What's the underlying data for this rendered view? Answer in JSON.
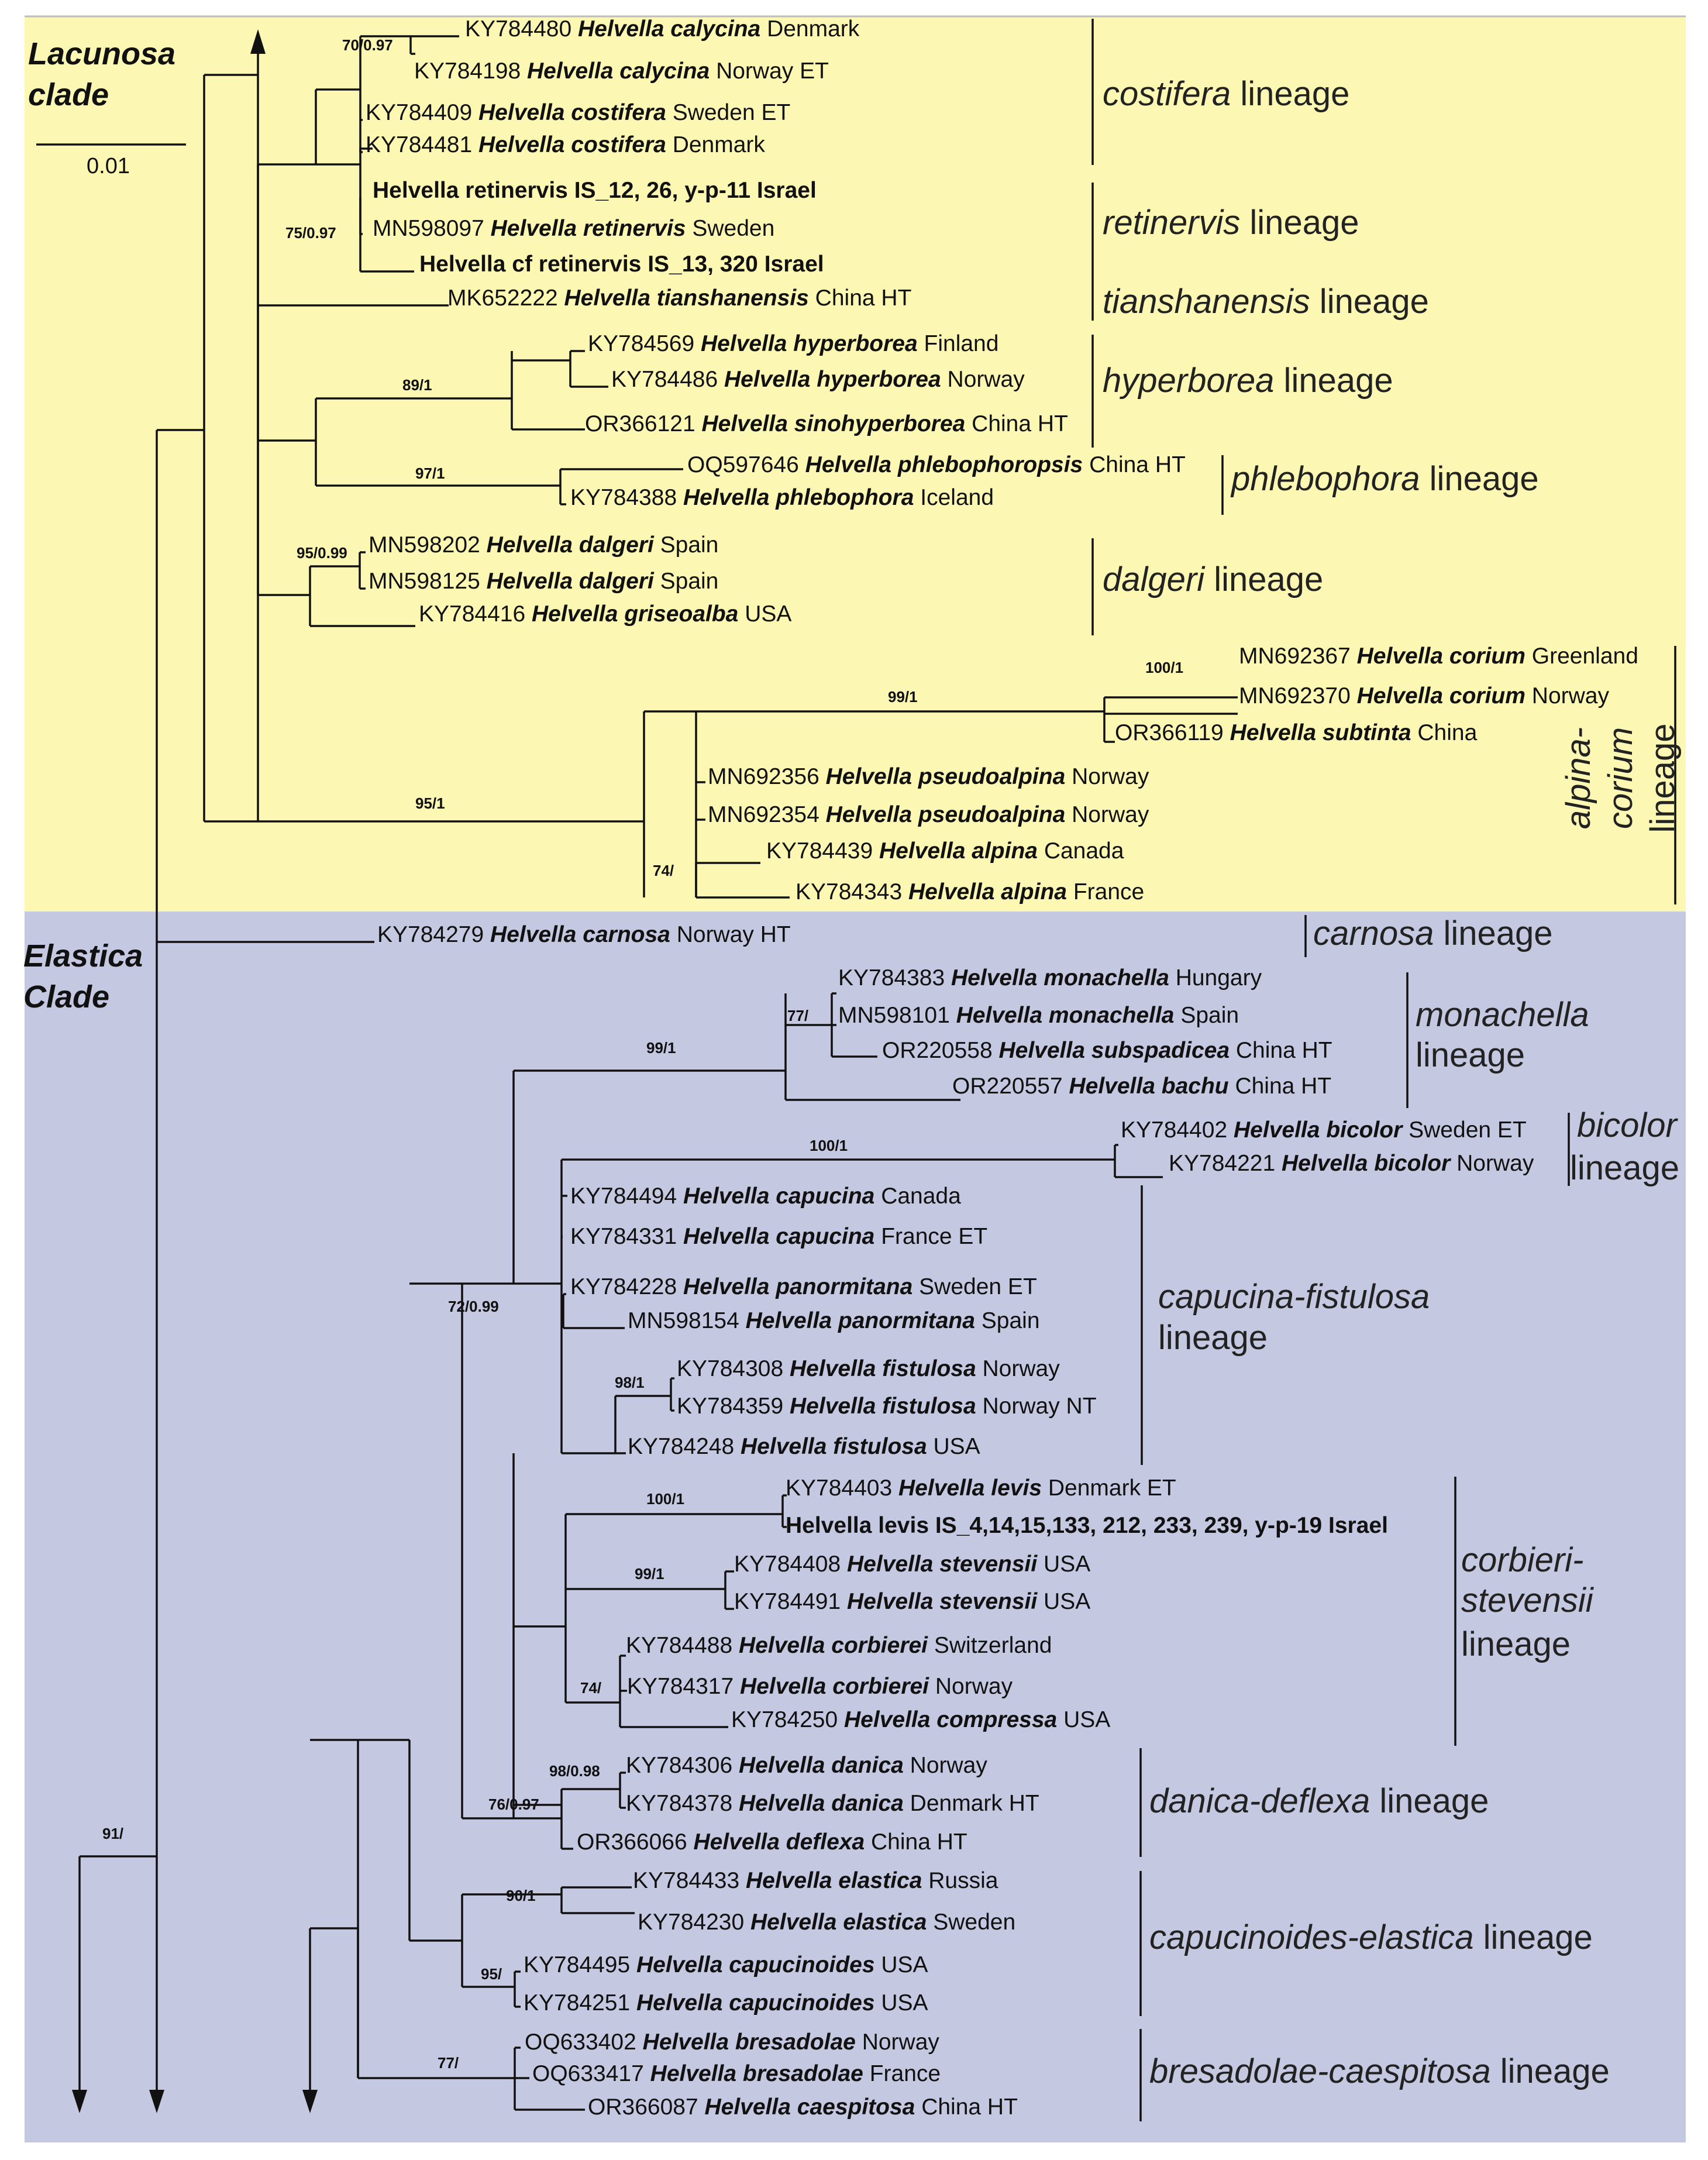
{
  "colors": {
    "lacunosa_bg": "#fdf7b4",
    "elastica_bg": "#c4c8e0",
    "line": "#111111"
  },
  "clades": {
    "lacunosa_line1": "Lacunosa",
    "lacunosa_line2": "clade",
    "elastica_line1": "Elastica",
    "elastica_line2": "Clade"
  },
  "scale_bar": {
    "label": "0.01"
  },
  "tips": [
    {
      "acc": "KY784480",
      "species": "Helvella calycina",
      "extra": "Denmark"
    },
    {
      "acc": "KY784198",
      "species": "Helvella calycina",
      "extra": "Norway ET"
    },
    {
      "acc": "KY784409",
      "species": "Helvella costifera",
      "extra": "Sweden ET"
    },
    {
      "acc": "KY784481",
      "species": "Helvella costifera",
      "extra": "Denmark"
    },
    {
      "acc": "",
      "species": "Helvella retinervis IS_12, 26, y-p-11 Israel",
      "extra": "",
      "bold": true
    },
    {
      "acc": "MN598097",
      "species": "Helvella retinervis",
      "extra": "Sweden"
    },
    {
      "acc": "",
      "species": "Helvella cf retinervis IS_13, 320 Israel",
      "extra": "",
      "bold": true
    },
    {
      "acc": "MK652222",
      "species": "Helvella tianshanensis",
      "extra": "China HT"
    },
    {
      "acc": "KY784569",
      "species": "Helvella hyperborea",
      "extra": "Finland"
    },
    {
      "acc": "KY784486",
      "species": "Helvella hyperborea",
      "extra": "Norway"
    },
    {
      "acc": "OR366121",
      "species": "Helvella sinohyperborea",
      "extra": "China HT"
    },
    {
      "acc": "OQ597646",
      "species": "Helvella phlebophoropsis",
      "extra": "China HT"
    },
    {
      "acc": "KY784388",
      "species": "Helvella phlebophora",
      "extra": "Iceland"
    },
    {
      "acc": "MN598202",
      "species": "Helvella dalgeri",
      "extra": "Spain"
    },
    {
      "acc": "MN598125",
      "species": "Helvella dalgeri",
      "extra": "Spain"
    },
    {
      "acc": "KY784416",
      "species": "Helvella griseoalba",
      "extra": "USA"
    },
    {
      "acc": "MN692367",
      "species": "Helvella corium",
      "extra": "Greenland"
    },
    {
      "acc": "MN692370",
      "species": "Helvella corium",
      "extra": "Norway"
    },
    {
      "acc": "OR366119",
      "species": "Helvella subtinta",
      "extra": "China"
    },
    {
      "acc": "MN692356",
      "species": "Helvella pseudoalpina",
      "extra": "Norway"
    },
    {
      "acc": "MN692354",
      "species": "Helvella pseudoalpina",
      "extra": "Norway"
    },
    {
      "acc": "KY784439",
      "species": "Helvella alpina",
      "extra": "Canada"
    },
    {
      "acc": "KY784343",
      "species": "Helvella alpina",
      "extra": "France"
    },
    {
      "acc": "KY784279",
      "species": "Helvella carnosa",
      "extra": "Norway HT"
    },
    {
      "acc": "KY784383",
      "species": "Helvella monachella",
      "extra": "Hungary"
    },
    {
      "acc": "MN598101",
      "species": "Helvella monachella",
      "extra": "Spain"
    },
    {
      "acc": "OR220558",
      "species": "Helvella subspadicea",
      "extra": "China HT"
    },
    {
      "acc": "OR220557",
      "species": "Helvella bachu",
      "extra": "China HT"
    },
    {
      "acc": "KY784402",
      "species": "Helvella bicolor",
      "extra": "Sweden ET"
    },
    {
      "acc": "KY784221",
      "species": "Helvella bicolor",
      "extra": "Norway"
    },
    {
      "acc": "KY784494",
      "species": "Helvella capucina",
      "extra": "Canada"
    },
    {
      "acc": "KY784331",
      "species": "Helvella capucina",
      "extra": "France ET"
    },
    {
      "acc": "KY784228",
      "species": "Helvella panormitana",
      "extra": "Sweden ET"
    },
    {
      "acc": "MN598154",
      "species": "Helvella panormitana",
      "extra": "Spain"
    },
    {
      "acc": "KY784308",
      "species": "Helvella fistulosa",
      "extra": "Norway"
    },
    {
      "acc": "KY784359",
      "species": "Helvella fistulosa",
      "extra": "Norway NT"
    },
    {
      "acc": "KY784248",
      "species": "Helvella fistulosa",
      "extra": "USA"
    },
    {
      "acc": "KY784403",
      "species": "Helvella levis",
      "extra": "Denmark ET"
    },
    {
      "acc": "",
      "species": "Helvella levis IS_4,14,15,133, 212, 233, 239, y-p-19 Israel",
      "extra": "",
      "bold": true
    },
    {
      "acc": "KY784408",
      "species": "Helvella stevensii",
      "extra": "USA"
    },
    {
      "acc": "KY784491",
      "species": "Helvella stevensii",
      "extra": "USA"
    },
    {
      "acc": "KY784488",
      "species": "Helvella corbierei",
      "extra": "Switzerland"
    },
    {
      "acc": "KY784317",
      "species": "Helvella corbierei",
      "extra": "Norway"
    },
    {
      "acc": "KY784250",
      "species": "Helvella compressa",
      "extra": "USA"
    },
    {
      "acc": "KY784306",
      "species": "Helvella danica",
      "extra": "Norway"
    },
    {
      "acc": "KY784378",
      "species": "Helvella danica",
      "extra": "Denmark HT"
    },
    {
      "acc": "OR366066",
      "species": "Helvella deflexa",
      "extra": "China HT"
    },
    {
      "acc": "KY784433",
      "species": "Helvella elastica",
      "extra": "Russia"
    },
    {
      "acc": "KY784230",
      "species": "Helvella elastica",
      "extra": "Sweden"
    },
    {
      "acc": "KY784495",
      "species": "Helvella capucinoides",
      "extra": "USA"
    },
    {
      "acc": "KY784251",
      "species": "Helvella capucinoides",
      "extra": "USA"
    },
    {
      "acc": "OQ633402",
      "species": "Helvella bresadolae",
      "extra": "Norway"
    },
    {
      "acc": "OQ633417",
      "species": "Helvella bresadolae",
      "extra": "France"
    },
    {
      "acc": "OR366087",
      "species": "Helvella caespitosa",
      "extra": "China HT"
    }
  ],
  "supports": [
    "70/0.97",
    "75/0.97",
    "89/1",
    "97/1",
    "95/0.99",
    "99/1",
    "100/1",
    "95/1",
    "74/",
    "77/",
    "99/1",
    "100/1",
    "72/0.99",
    "98/1",
    "100/1",
    "99/1",
    "74/",
    "98/0.98",
    "76/0.97",
    "90/1",
    "95/",
    "91/",
    "77/"
  ],
  "lineages": [
    {
      "it": "costifera",
      "rest": " lineage"
    },
    {
      "it": "retinervis",
      "rest": " lineage"
    },
    {
      "it": "tianshanensis",
      "rest": " lineage"
    },
    {
      "it": "hyperborea",
      "rest": " lineage"
    },
    {
      "it": "phlebophora",
      "rest": " lineage"
    },
    {
      "it": "dalgeri",
      "rest": " lineage"
    },
    {
      "it": "alpina-",
      "rest": ""
    },
    {
      "it": "corium",
      "rest": ""
    },
    {
      "it": "",
      "rest": "lineage"
    },
    {
      "it": "carnosa",
      "rest": " lineage"
    },
    {
      "it": "monachella",
      "rest": ""
    },
    {
      "it": "",
      "rest": "lineage"
    },
    {
      "it": "bicolor",
      "rest": ""
    },
    {
      "it": "",
      "rest": "lineage"
    },
    {
      "it": "capucina-fistulosa",
      "rest": ""
    },
    {
      "it": "",
      "rest": "lineage"
    },
    {
      "it": "corbieri-",
      "rest": ""
    },
    {
      "it": "stevensii",
      "rest": ""
    },
    {
      "it": "",
      "rest": "lineage"
    },
    {
      "it": "danica-deflexa",
      "rest": " lineage"
    },
    {
      "it": "capucinoides-elastica",
      "rest": " lineage"
    },
    {
      "it": "bresadolae-caespitosa",
      "rest": " lineage"
    }
  ]
}
